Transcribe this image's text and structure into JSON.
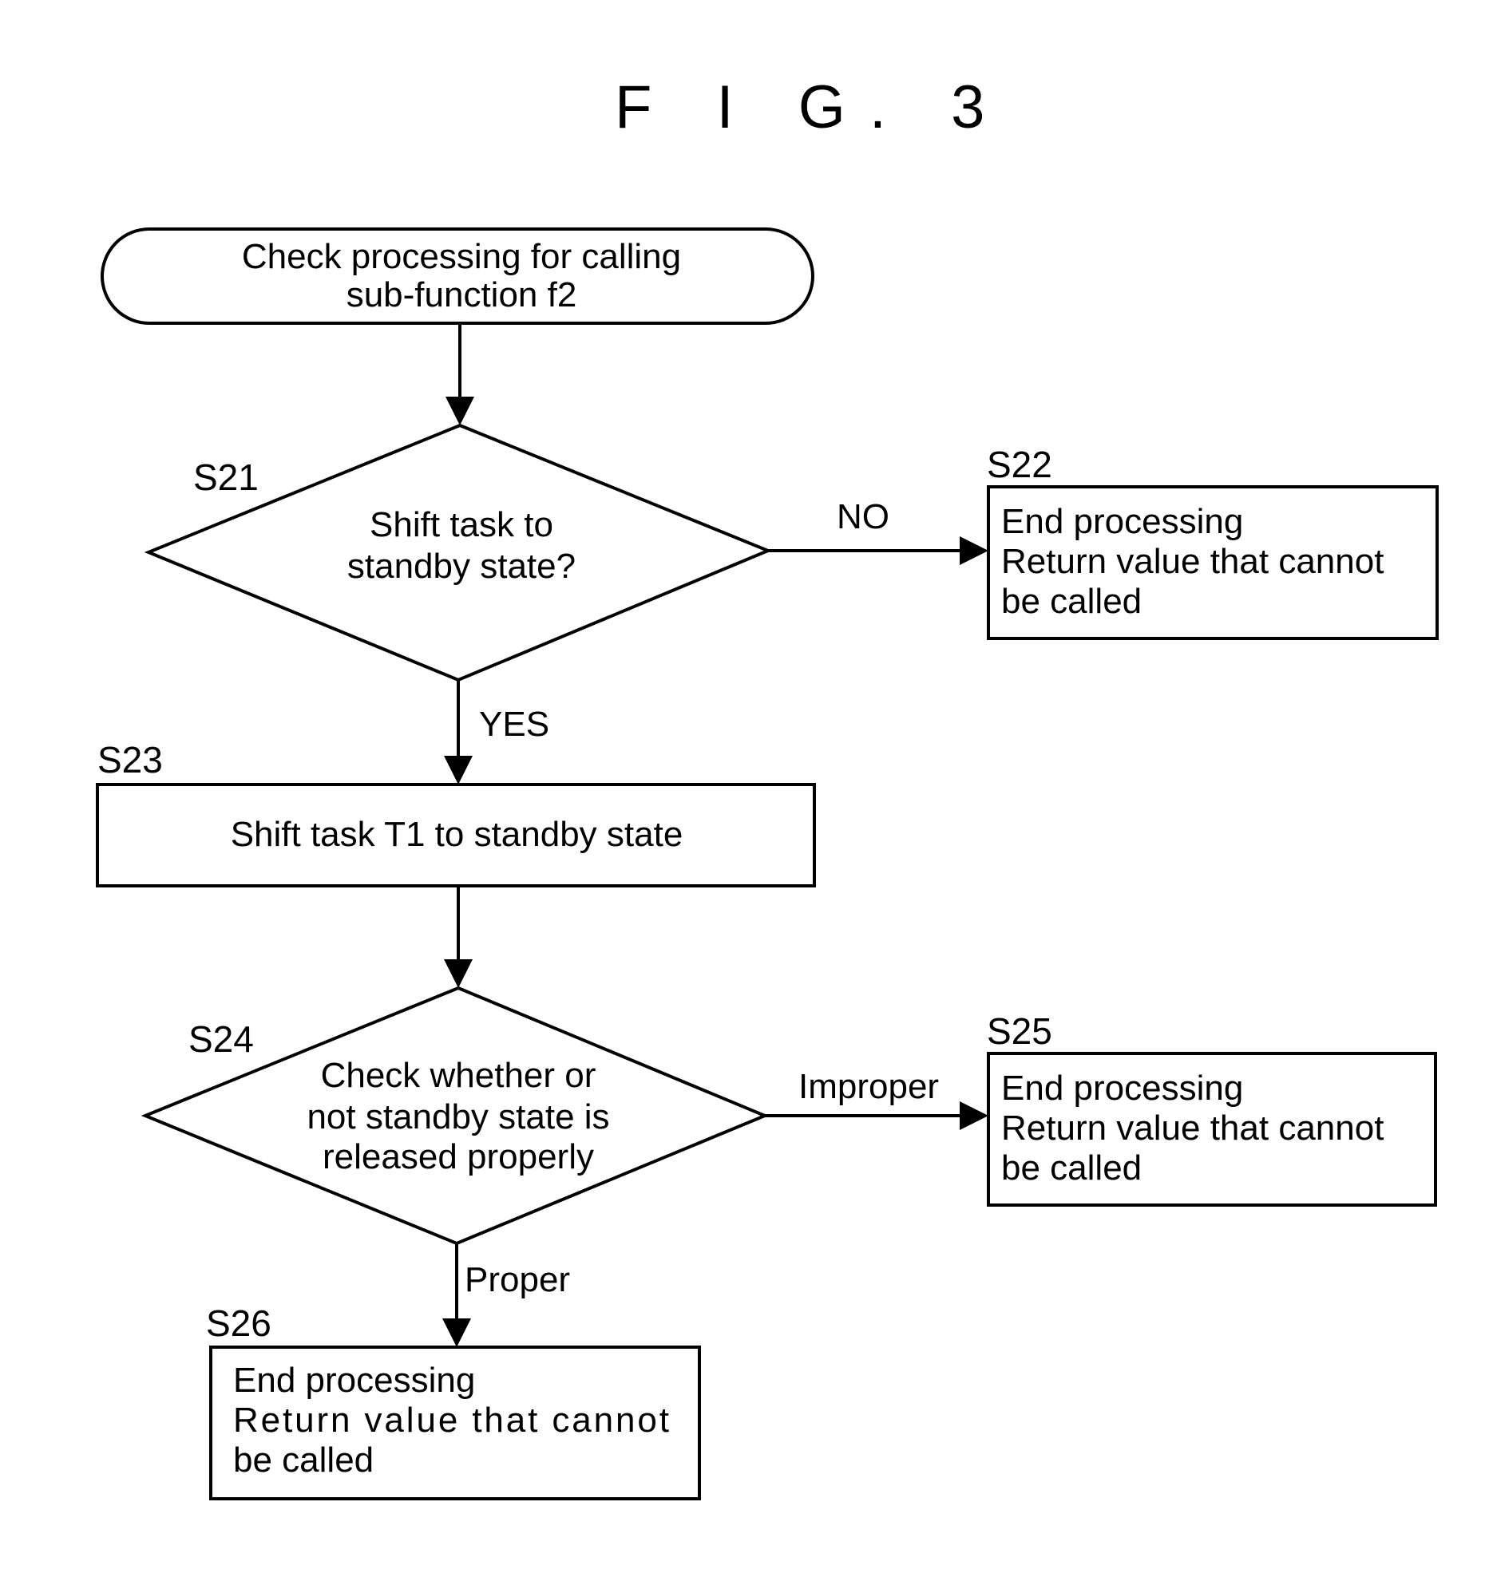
{
  "figure_title": "F I G. 3",
  "nodes": {
    "start": {
      "lines": [
        "Check processing for calling",
        "sub-function f2"
      ]
    },
    "s21": {
      "step": "S21",
      "lines": [
        "Shift task to",
        "standby state?"
      ]
    },
    "s22": {
      "step": "S22",
      "lines": [
        "End processing",
        "Return value that cannot",
        "be called"
      ]
    },
    "s23": {
      "step": "S23",
      "lines": [
        "Shift task T1 to standby state"
      ]
    },
    "s24": {
      "step": "S24",
      "lines": [
        "Check whether or",
        "not standby state is",
        "released properly"
      ]
    },
    "s25": {
      "step": "S25",
      "lines": [
        "End processing",
        "Return value that cannot",
        "be called"
      ]
    },
    "s26": {
      "step": "S26",
      "lines": [
        "End processing",
        "Return value that cannot",
        "be called"
      ]
    }
  },
  "edges": {
    "s21_no": "NO",
    "s21_yes": "YES",
    "s24_improper": "Improper",
    "s24_proper": "Proper"
  }
}
